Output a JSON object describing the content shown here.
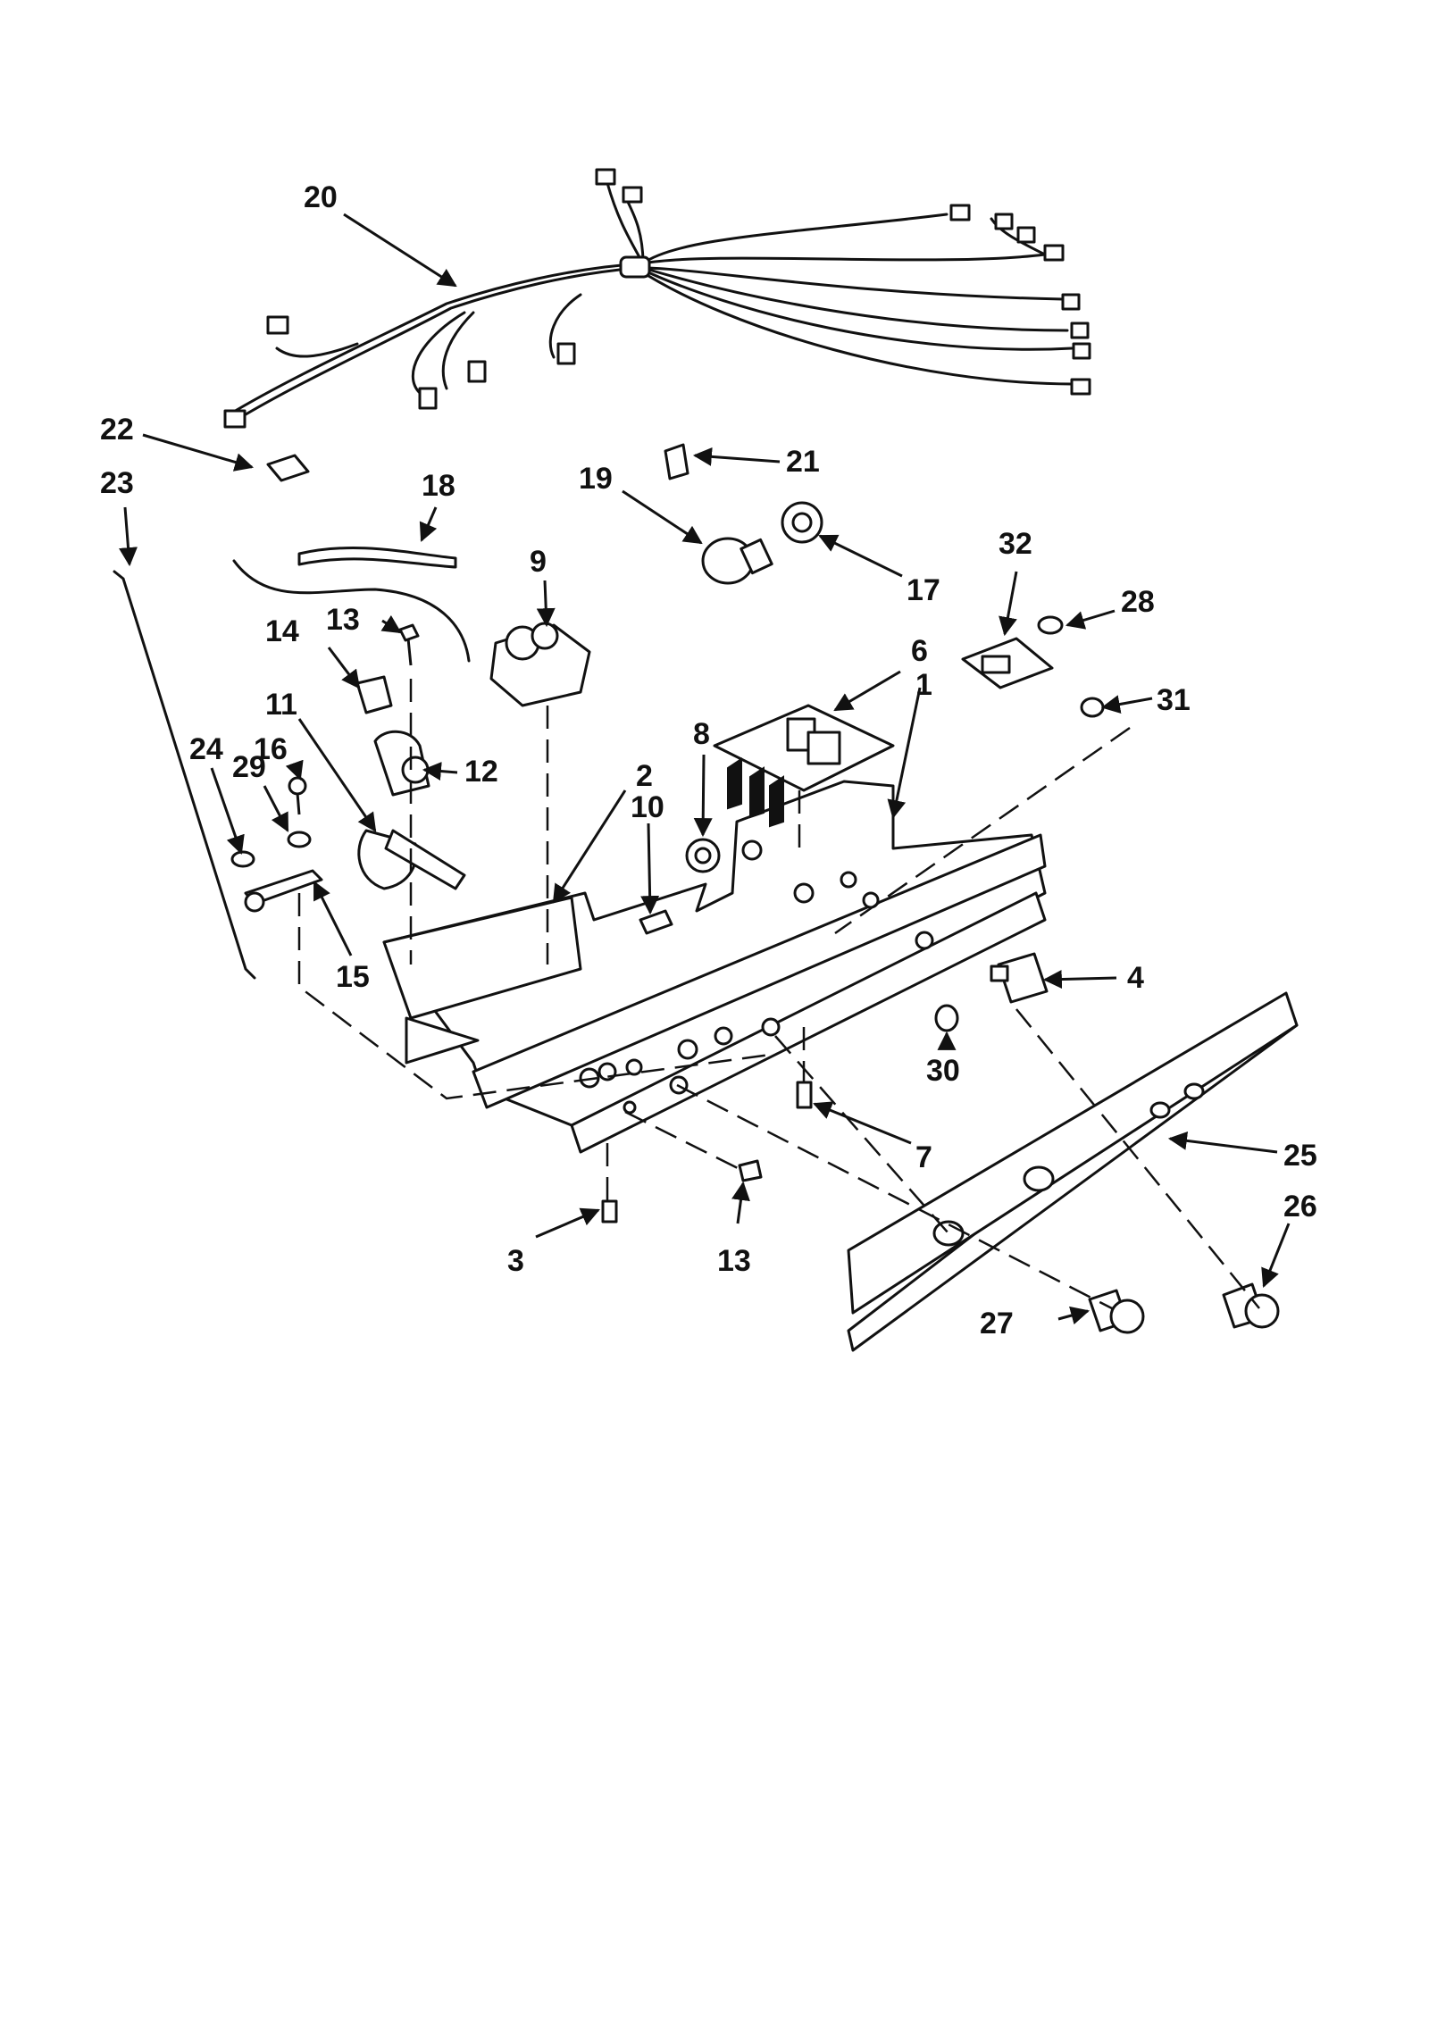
{
  "callouts": {
    "c1": "1",
    "c2": "2",
    "c3": "3",
    "c4": "4",
    "c6": "6",
    "c7": "7",
    "c8": "8",
    "c9": "9",
    "c10": "10",
    "c11": "11",
    "c12": "12",
    "c13a": "13",
    "c13b": "13",
    "c14": "14",
    "c15": "15",
    "c16": "16",
    "c17": "17",
    "c18": "18",
    "c19": "19",
    "c20": "20",
    "c21": "21",
    "c22": "22",
    "c23": "23",
    "c24": "24",
    "c25": "25",
    "c26": "26",
    "c27": "27",
    "c28": "28",
    "c29": "29",
    "c30": "30",
    "c31": "31",
    "c32": "32"
  }
}
